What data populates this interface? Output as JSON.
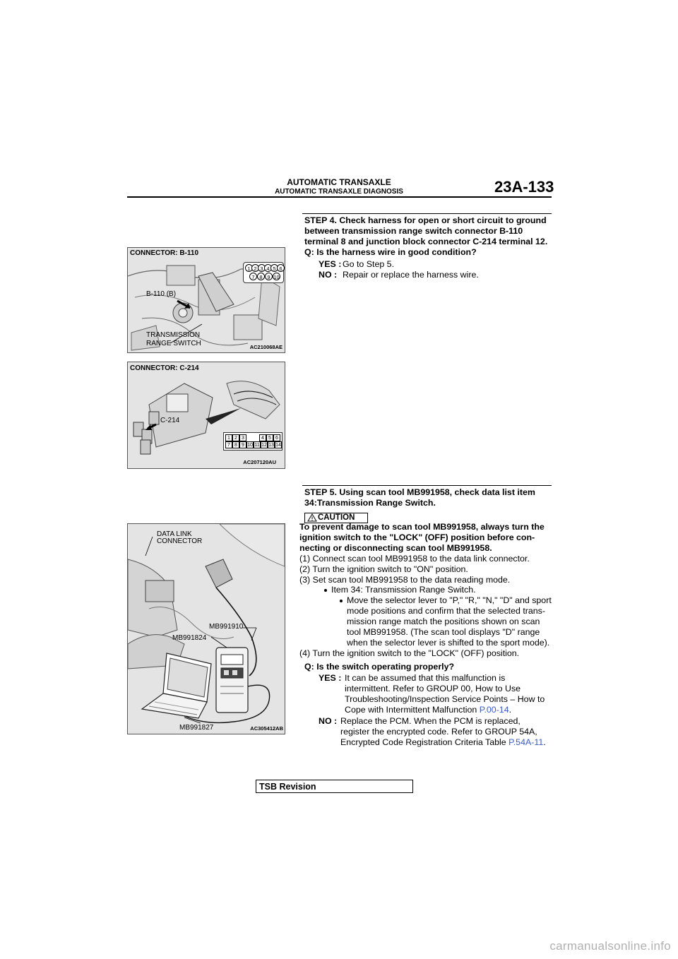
{
  "header": {
    "title": "AUTOMATIC TRANSAXLE",
    "subtitle": "AUTOMATIC TRANSAXLE DIAGNOSIS",
    "page_number": "23A-133"
  },
  "step4": {
    "heading_lines": [
      "STEP 4. Check harness for open or short circuit to ground",
      "between transmission range switch connector B-110",
      "terminal 8 and junction block connector C-214 terminal 12."
    ],
    "question": "Q: Is the harness wire in good condition?",
    "yes_label": "YES :",
    "yes_text": "Go to Step 5.",
    "no_label": "NO :",
    "no_text": "Repair or replace the harness wire."
  },
  "figure1": {
    "caption": "CONNECTOR: B-110",
    "label_connector": "B-110 (B)",
    "label_switch_1": "TRANSMISSION",
    "label_switch_2": "RANGE SWITCH",
    "id": "AC210068AE",
    "pins_top": [
      "1",
      "2",
      "3",
      "4",
      "5",
      "6"
    ],
    "pins_bottom": [
      "7",
      "8",
      "9",
      "10"
    ]
  },
  "figure2": {
    "caption": "CONNECTOR: C-214",
    "label_connector": "C-214",
    "id": "AC207120AU",
    "pins_top": [
      "1",
      "2",
      "3",
      "",
      "4",
      "5",
      "6"
    ],
    "pins_bottom": [
      "7",
      "8",
      "9",
      "10",
      "11",
      "12",
      "13",
      "14"
    ]
  },
  "step5": {
    "heading_lines": [
      "STEP 5. Using scan tool MB991958, check data list item",
      "34:Transmission Range Switch."
    ],
    "caution_label": "CAUTION",
    "caution_lines": [
      "To prevent damage to scan tool MB991958, always turn the",
      "ignition switch to the \"LOCK\" (OFF) position before con-",
      "necting or disconnecting scan tool MB991958."
    ],
    "steps": [
      "(1) Connect scan tool MB991958 to the data link connector.",
      "(2) Turn the ignition switch to \"ON\" position.",
      "(3) Set scan tool MB991958 to the data reading mode."
    ],
    "bullet1": "Item 34: Transmission Range Switch.",
    "bullet2_lines": [
      "Move the selector lever to \"P,\" \"R,\" \"N,\" \"D\" and sport",
      "mode positions and confirm that the selected trans-",
      "mission range match the positions shown on scan",
      "tool MB991958. (The scan tool displays \"D\" range",
      "when the selector lever is shifted to the sport mode)."
    ],
    "step4_text": "(4) Turn the ignition switch to the \"LOCK\" (OFF) position.",
    "question": "Q: Is the switch operating properly?",
    "yes_label": "YES :",
    "yes_lines": [
      "It can be assumed that this malfunction is",
      "intermittent. Refer to GROUP 00, How to Use",
      "Troubleshooting/Inspection Service Points – How to",
      "Cope with Intermittent Malfunction "
    ],
    "yes_link": "P.00-14",
    "yes_link_suffix": ".",
    "no_label": "NO :",
    "no_lines": [
      "Replace the PCM. When the PCM is replaced,",
      "register the encrypted code. Refer to GROUP 54A,",
      "Encrypted Code Registration Criteria Table "
    ],
    "no_link": "P.54A-11",
    "no_link_suffix": "."
  },
  "figure3": {
    "label_dlc_1": "DATA LINK",
    "label_dlc_2": "CONNECTOR",
    "label_mb991910": "MB991910",
    "label_mb991824": "MB991824",
    "label_mb991827": "MB991827",
    "id": "AC305412AB"
  },
  "footer": {
    "tsb_label": "TSB Revision",
    "watermark": "carmanualsonline.info"
  },
  "colors": {
    "link": "#3a5bd0",
    "figure_bg": "#e4e4e4"
  }
}
